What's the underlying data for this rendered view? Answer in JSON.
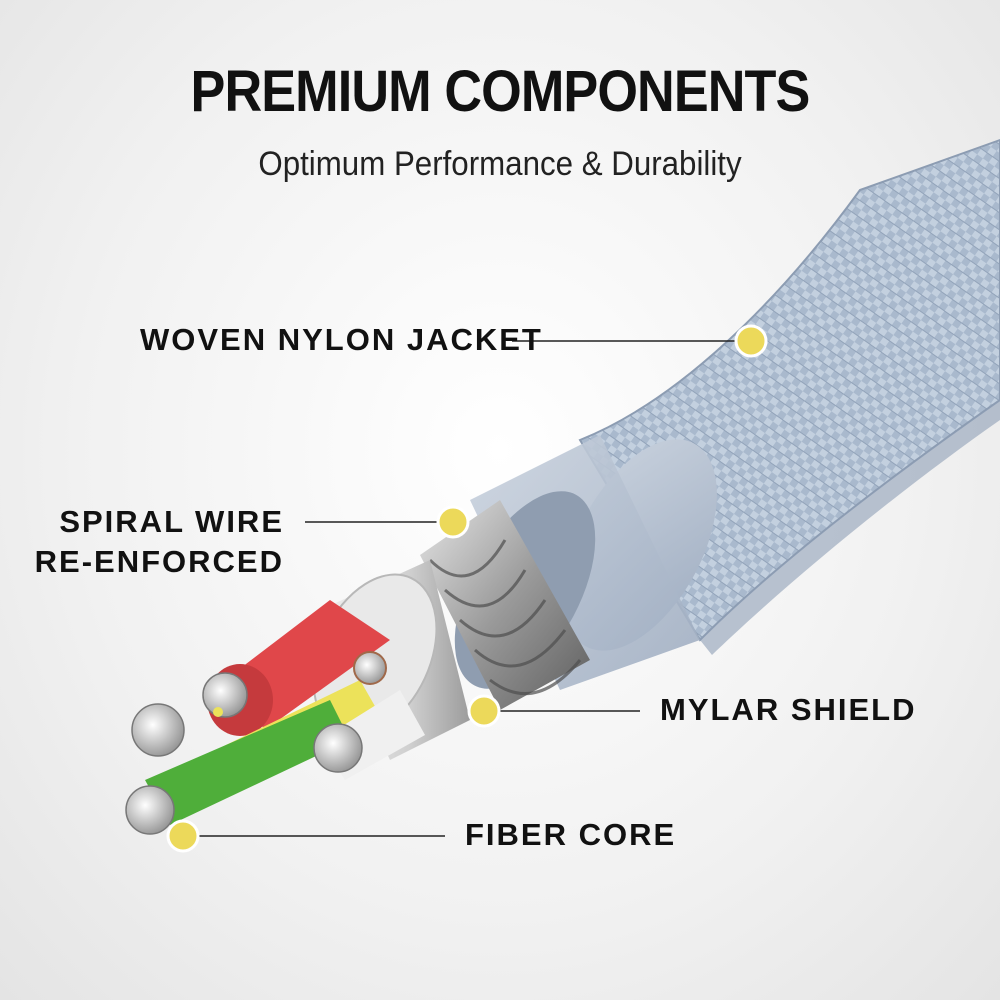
{
  "header": {
    "title": "PREMIUM COMPONENTS",
    "subtitle": "Optimum Performance & Durability"
  },
  "callouts": {
    "jacket": "WOVEN NYLON JACKET",
    "spiral_line1": "SPIRAL WIRE",
    "spiral_line2": "RE-ENFORCED",
    "mylar": "MYLAR SHIELD",
    "fiber": "FIBER CORE"
  },
  "colors": {
    "callout_dot": "#ecd95a",
    "jacket": "#a8b8cc",
    "red_wire": "#e0474a",
    "green_wire": "#4fae3a",
    "yellow_wire": "#ece25a"
  }
}
